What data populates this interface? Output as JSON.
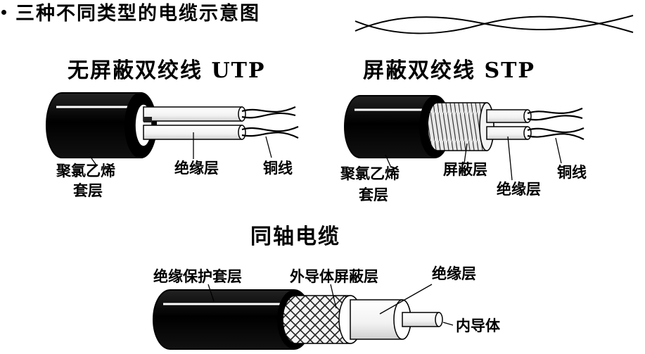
{
  "title": "三种不同类型的电缆示意图",
  "utp": {
    "title": "无屏蔽双绞线 UTP",
    "jacket_label_1": "聚氯乙烯",
    "jacket_label_2": "套层",
    "insulation_label": "绝缘层",
    "wire_label": "铜线"
  },
  "stp": {
    "title": "屏蔽双绞线 STP",
    "jacket_label_1": "聚氯乙烯",
    "jacket_label_2": "套层",
    "shield_label": "屏蔽层",
    "insulation_label": "绝缘层",
    "wire_label": "铜线"
  },
  "coax": {
    "title": "同轴电缆",
    "jacket_label": "绝缘保护套层",
    "outer_shield_label": "外导体屏蔽层",
    "insulation_label": "绝缘层",
    "inner_conductor_label": "内导体"
  }
}
